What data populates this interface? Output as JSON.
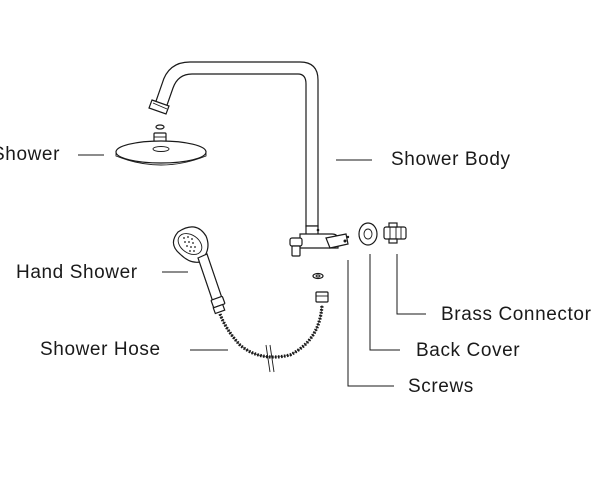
{
  "labels": {
    "rain_shower": "Shower",
    "shower_body": "Shower Body",
    "hand_shower": "Hand Shower",
    "shower_hose": "Shower Hose",
    "brass_connector": "Brass Connector",
    "back_cover": "Back Cover",
    "screws": "Screws"
  },
  "colors": {
    "line": "#1a1a1a",
    "background": "#ffffff"
  }
}
